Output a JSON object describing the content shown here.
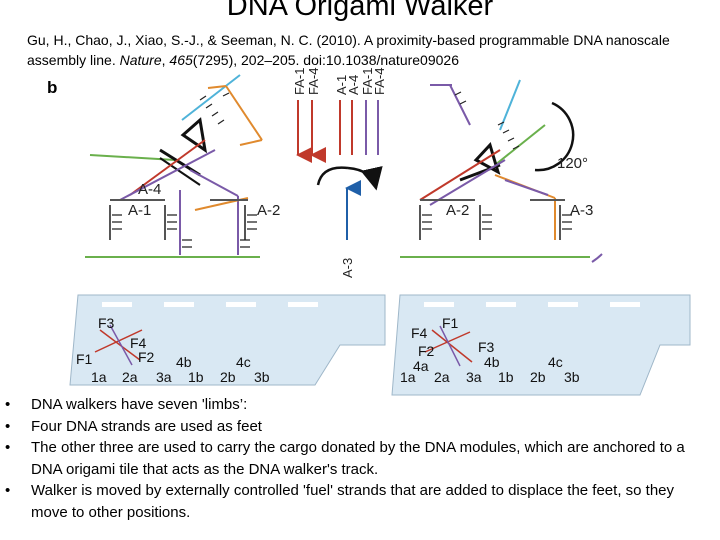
{
  "slide": {
    "title": "DNA Origami Walker",
    "citation": {
      "authors": "Gu, H., Chao, J., Xiao, S.-J., & Seeman, N. C. (2010). A proximity-based programmable DNA nanoscale assembly line. ",
      "journal": "Nature",
      "volume": "465",
      "rest": "(7295), 202–205. doi:10.1038/nature09026"
    }
  },
  "figure": {
    "panel_label": "b",
    "fuel_labels": [
      "FA-1",
      "FA-4",
      "A-1",
      "A-4",
      "FA-1",
      "FA-4"
    ],
    "rotation_label": "120°",
    "left_state": {
      "labels": [
        "A-4",
        "A-1",
        "A-2"
      ]
    },
    "right_state": {
      "labels": [
        "A-2",
        "A-3"
      ]
    },
    "center_strand_label": "A-3",
    "left_track": {
      "walker_labels": [
        "F3",
        "F4",
        "F1",
        "F2"
      ],
      "site_labels": [
        "4b",
        "4c"
      ],
      "bottom_labels": [
        "1a",
        "2a",
        "3a",
        "1b",
        "2b",
        "3b"
      ]
    },
    "right_track": {
      "walker_labels": [
        "F1",
        "F4",
        "F2",
        "4a",
        "F3"
      ],
      "site_labels": [
        "4b",
        "4c"
      ],
      "bottom_labels": [
        "1a",
        "2a",
        "3a",
        "1b",
        "2b",
        "3b"
      ]
    },
    "colors": {
      "red": "#c0392b",
      "orange": "#e08a2e",
      "purple": "#7a5aa8",
      "green": "#6ab04c",
      "blue": "#1f5fa8",
      "cyan": "#4fb3d9",
      "track_fill": "#d9e8f3"
    }
  },
  "bullets": [
    "DNA walkers have seven 'limbs’:",
    "Four DNA strands are used as feet",
    "The other three are used to carry the cargo donated by the DNA modules, which are anchored to a DNA origami tile that acts as the DNA walker's track.",
    "Walker is moved by externally controlled 'fuel' strands that are added to displace the feet, so they move to other positions."
  ]
}
